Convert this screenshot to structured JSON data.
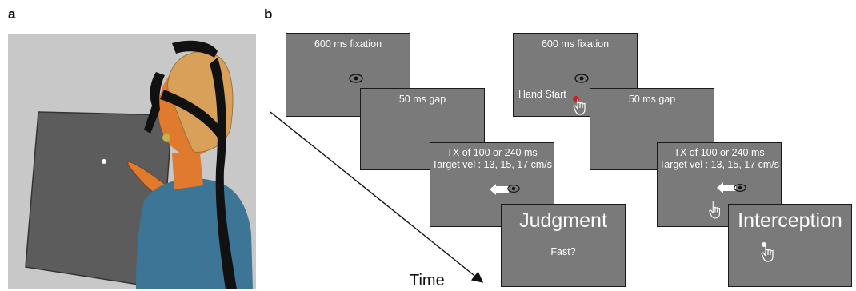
{
  "panels": {
    "a": "a",
    "b": "b"
  },
  "colors": {
    "screen": "#7a7a7a",
    "background_wall": "#c8c8c8",
    "shirt": "#3d7596",
    "skin": "#e07a2e",
    "hair": "#d9a05a",
    "target_dot": "#ffffff",
    "hand_start_dot": "#cc2222"
  },
  "sequence_left": {
    "fixation": "600 ms fixation",
    "gap": "50 ms gap",
    "tx_line1": "TX of 100 or 240 ms",
    "tx_line2": "Target vel : 13, 15, 17 cm/s",
    "final_title": "Judgment",
    "final_sub": "Fast?"
  },
  "sequence_right": {
    "fixation": "600 ms fixation",
    "hand_start": "Hand Start",
    "gap": "50 ms gap",
    "tx_line1": "TX of 100 or 240 ms",
    "tx_line2": "Target vel : 13, 15, 17 cm/s",
    "final_title": "Interception"
  },
  "time_label": "Time",
  "icons": [
    "eye-icon",
    "hand-pointer-icon",
    "motion-arrow-icon",
    "headset-eye-tracker"
  ]
}
